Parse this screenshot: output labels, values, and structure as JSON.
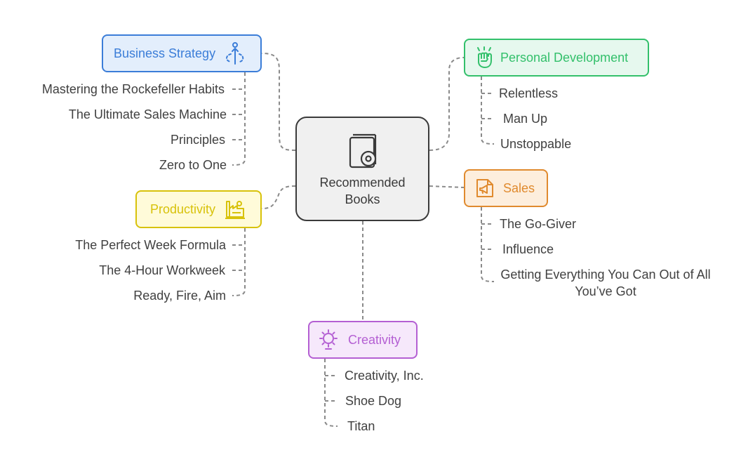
{
  "center": {
    "label": "Recommended Books",
    "icon": "book-disc-icon"
  },
  "branches": {
    "business_strategy": {
      "label": "Business Strategy",
      "icon": "strategy-path-icon",
      "color": "#3b7dd8",
      "fill": "#e3eefc",
      "items": [
        "Mastering the Rockefeller Habits",
        "The Ultimate Sales Machine",
        "Principles",
        "Zero to One"
      ]
    },
    "productivity": {
      "label": "Productivity",
      "icon": "factory-icon",
      "color": "#d8c20a",
      "fill": "#fffbd9",
      "items": [
        "The Perfect Week Formula",
        "The 4-Hour Workweek",
        "Ready, Fire, Aim"
      ]
    },
    "personal_development": {
      "label": "Personal Development",
      "icon": "raised-fist-icon",
      "color": "#33c06b",
      "fill": "#e6f8ee",
      "items": [
        "Relentless",
        "Man Up",
        "Unstoppable"
      ]
    },
    "sales": {
      "label": "Sales",
      "icon": "megaphone-icon",
      "color": "#e08a2e",
      "fill": "#fdeedd",
      "items": [
        "The Go-Giver",
        "Influence",
        "Getting Everything You Can Out of All You’ve Got"
      ]
    },
    "creativity": {
      "label": "Creativity",
      "icon": "lightbulb-gear-icon",
      "color": "#b45fd3",
      "fill": "#f6e8fb",
      "items": [
        "Creativity, Inc.",
        "Shoe Dog",
        "Titan"
      ]
    }
  }
}
